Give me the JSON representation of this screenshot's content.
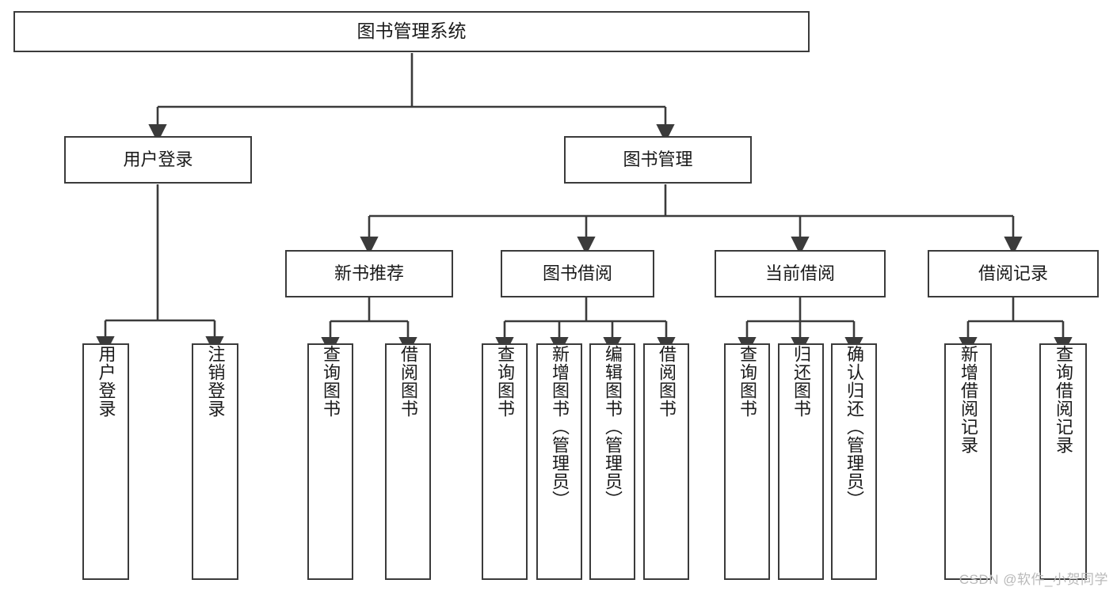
{
  "diagram": {
    "title": "图书管理系统",
    "type": "tree",
    "colors": {
      "box_border": "#3b3b3b",
      "box_fill": "#ffffff",
      "connector": "#3b3b3b",
      "watermark": "#b9b9b9",
      "background": "#ffffff"
    },
    "root": {
      "label": "图书管理系统"
    },
    "level2": [
      {
        "id": "user-login",
        "label": "用户登录"
      },
      {
        "id": "book-manage",
        "label": "图书管理"
      }
    ],
    "level3": [
      {
        "id": "new-book-recommend",
        "label": "新书推荐",
        "parent": "book-manage"
      },
      {
        "id": "book-borrow",
        "label": "图书借阅",
        "parent": "book-manage"
      },
      {
        "id": "current-borrow",
        "label": "当前借阅",
        "parent": "book-manage"
      },
      {
        "id": "borrow-record",
        "label": "借阅记录",
        "parent": "book-manage"
      }
    ],
    "leaves": {
      "user-login": [
        {
          "id": "leaf-user-login",
          "label": "用户登录"
        },
        {
          "id": "leaf-logout",
          "label": "注销登录"
        }
      ],
      "new-book-recommend": [
        {
          "id": "leaf-query-book-1",
          "label": "查询图书"
        },
        {
          "id": "leaf-borrow-book-1",
          "label": "借阅图书"
        }
      ],
      "book-borrow": [
        {
          "id": "leaf-query-book-2",
          "label": "查询图书"
        },
        {
          "id": "leaf-add-book",
          "label": "新增图书（管理员）"
        },
        {
          "id": "leaf-edit-book",
          "label": "编辑图书（管理员）"
        },
        {
          "id": "leaf-borrow-book-2",
          "label": "借阅图书"
        }
      ],
      "current-borrow": [
        {
          "id": "leaf-query-book-3",
          "label": "查询图书"
        },
        {
          "id": "leaf-return-book",
          "label": "归还图书"
        },
        {
          "id": "leaf-confirm-return",
          "label": "确认归还（管理员）"
        }
      ],
      "borrow-record": [
        {
          "id": "leaf-add-record",
          "label": "新增借阅记录"
        },
        {
          "id": "leaf-query-record",
          "label": "查询借阅记录"
        }
      ]
    }
  },
  "watermark": {
    "text": "CSDN @软件_小贺同学"
  }
}
